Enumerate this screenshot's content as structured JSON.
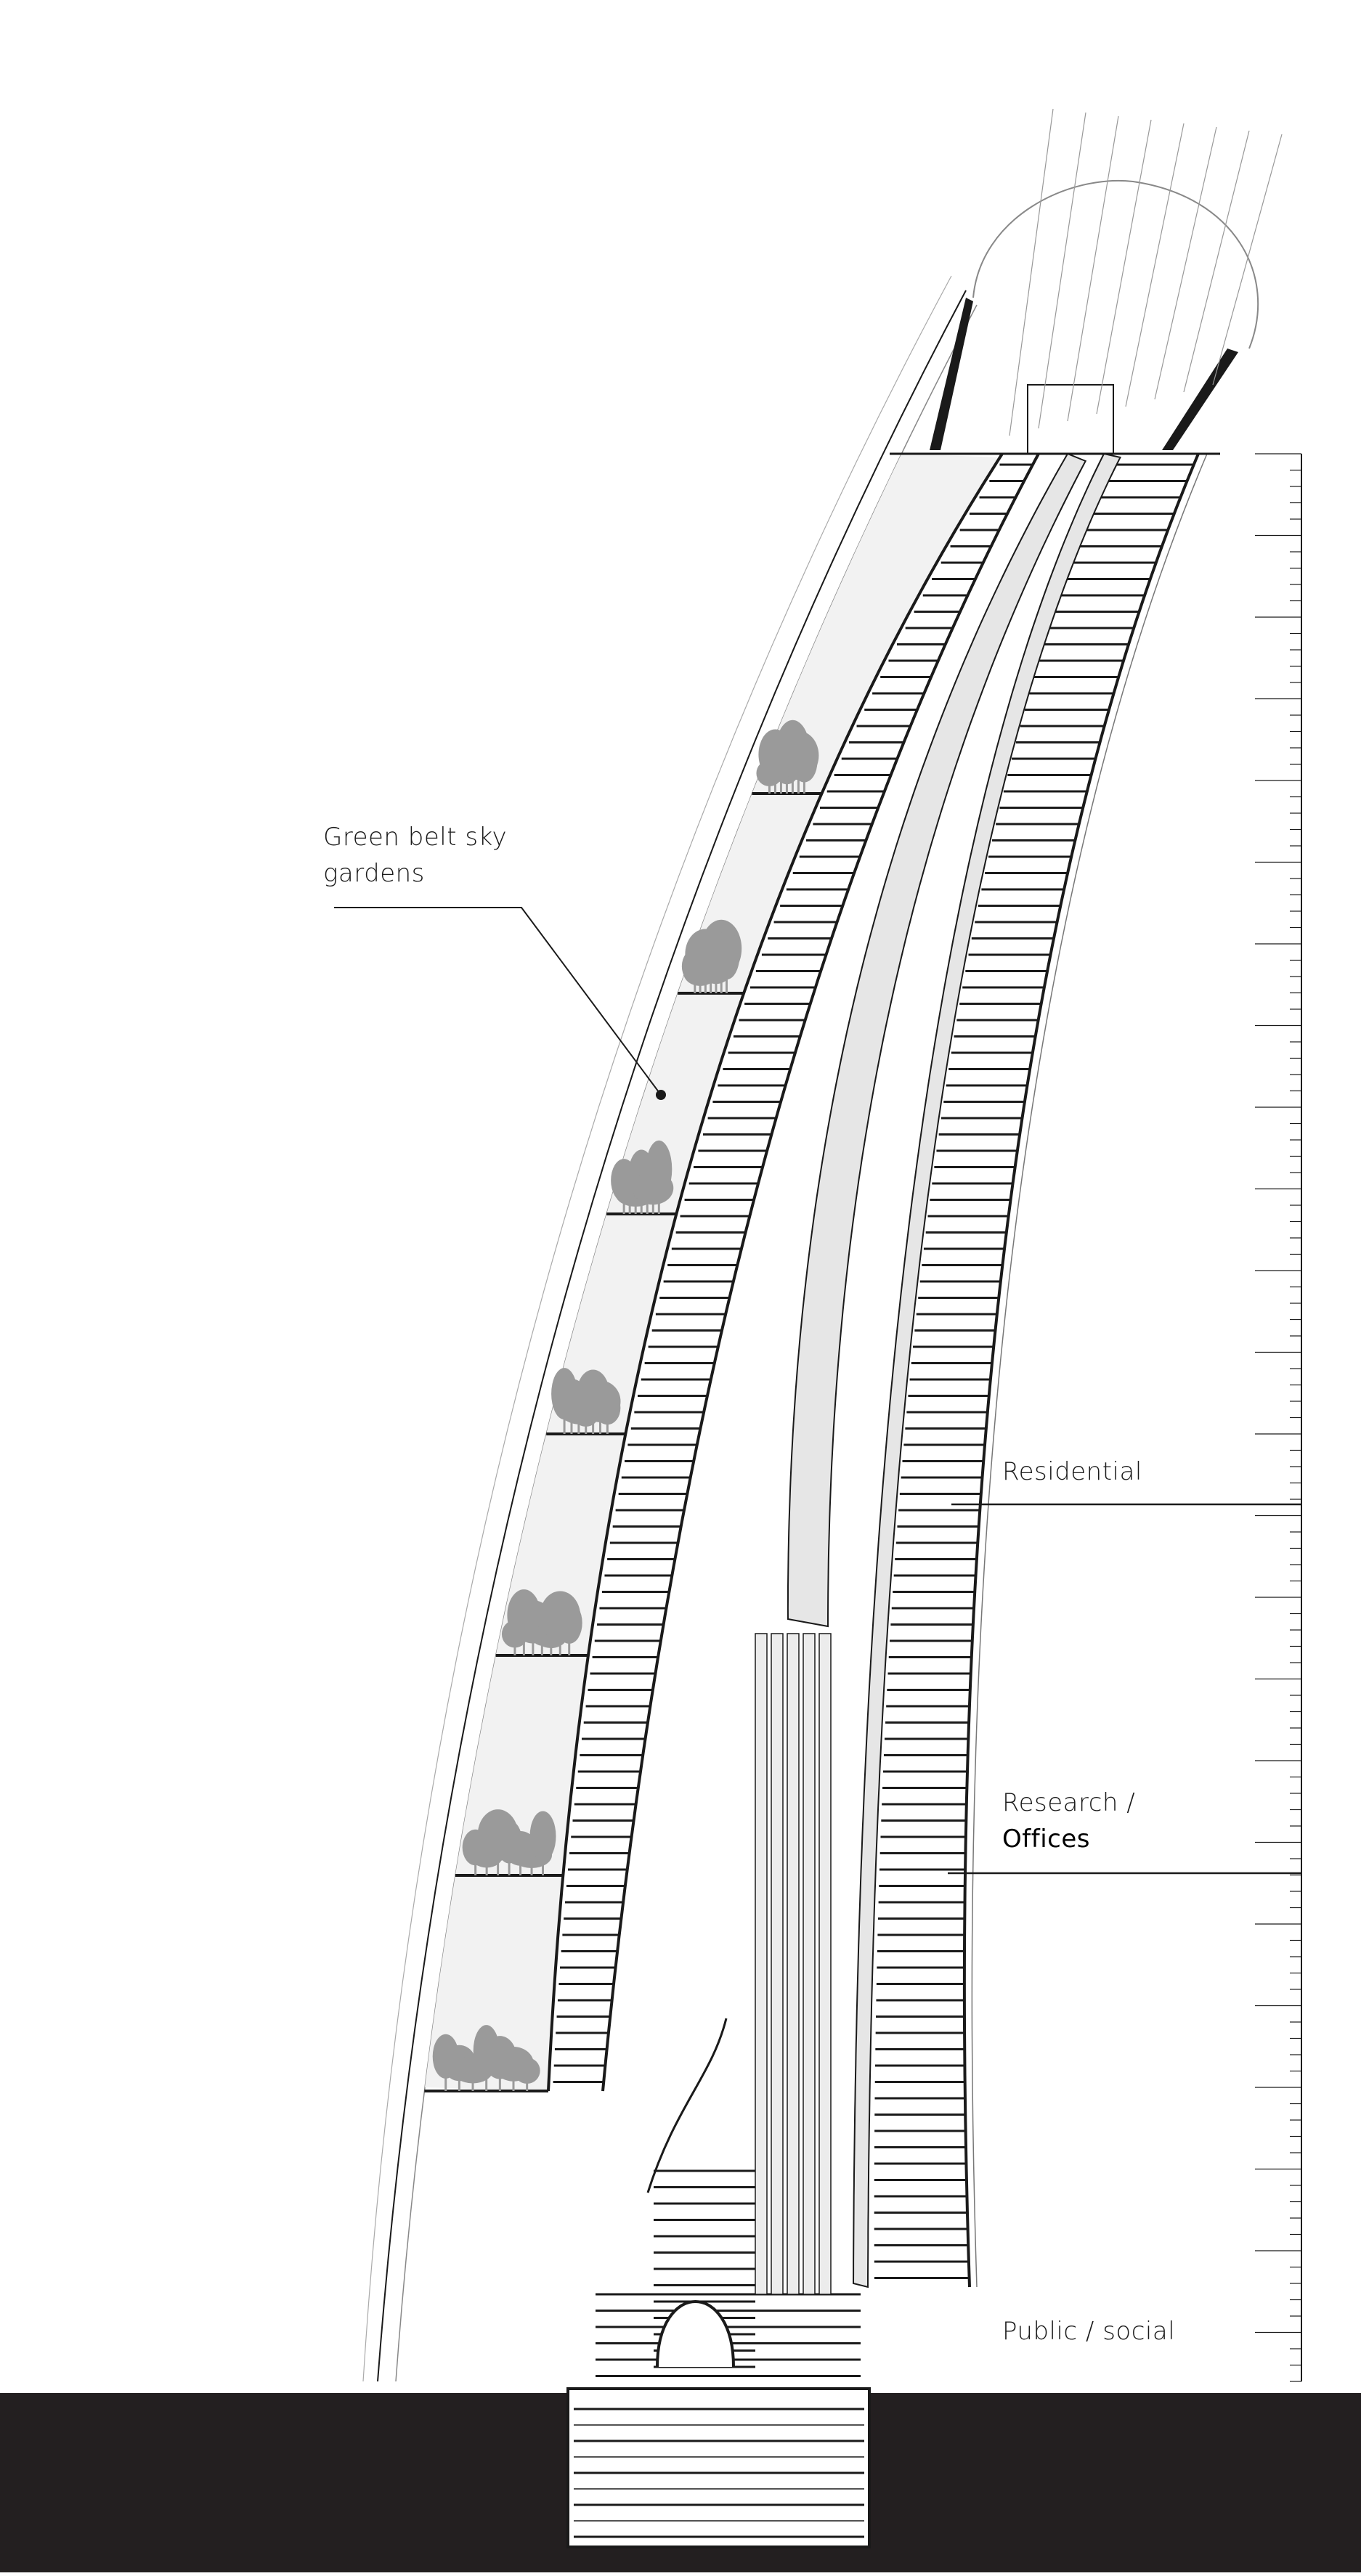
{
  "annotations": {
    "sky_gardens": {
      "line1": "Green belt sky",
      "line2": "gardens"
    },
    "residential": "Residential",
    "research": {
      "line1": "Research /",
      "line2": "Offices"
    },
    "public": "Public / social"
  },
  "colors": {
    "ground": "#231f20",
    "line": "#1a1a1a",
    "garden_fill": "#f2f2f2",
    "tree": "#9a9a9a",
    "core": "#e6e6e6"
  }
}
